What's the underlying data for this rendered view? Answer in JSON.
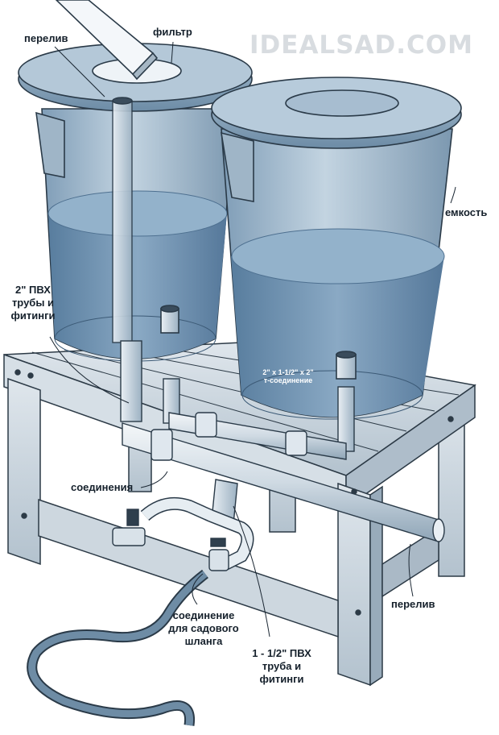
{
  "watermark": "IDEALSAD.COM",
  "labels": {
    "overflow_top": "перелив",
    "filter": "фильтр",
    "container": "емкость",
    "pvc2_line1": "2\" ПВХ",
    "pvc2_line2": "трубы и",
    "pvc2_line3": "фитинги",
    "tee_line1": "2\" x 1-1/2\" x 2\"",
    "tee_line2": "т-соединение",
    "connections": "соединения",
    "overflow_bottom": "перелив",
    "hose_line1": "соединение",
    "hose_line2": "для садового",
    "hose_line3": "шланга",
    "pvc15_line1": "1 - 1/2\" ПВХ",
    "pvc15_line2": "труба и",
    "pvc15_line3": "фитинги"
  },
  "colors": {
    "water": "#6f93b4",
    "tank": "#b9cddc",
    "wood": "#c9d4dd",
    "ink": "#1d2a36"
  }
}
